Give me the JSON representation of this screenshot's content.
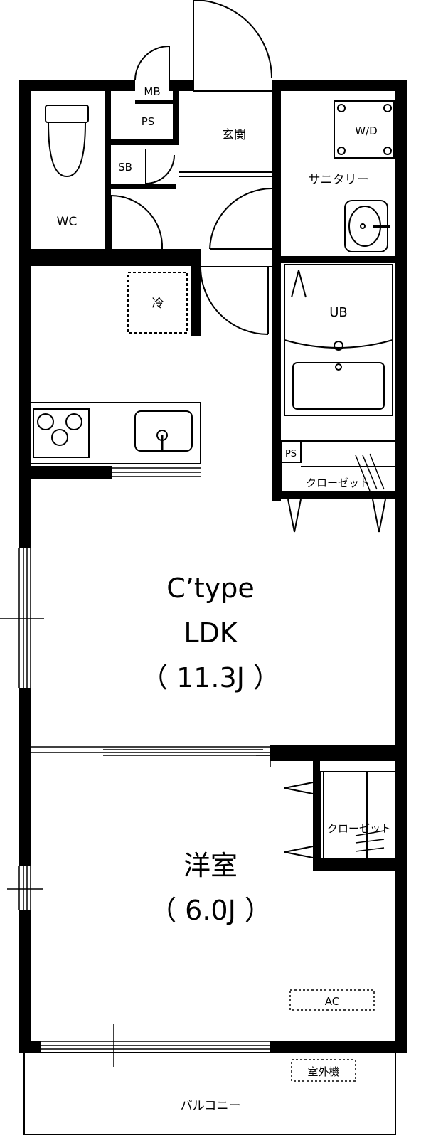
{
  "rooms": {
    "mb": "MB",
    "ps_top": "PS",
    "sb": "SB",
    "genkan": "玄関",
    "wd": "W/D",
    "sanitary": "サニタリー",
    "wc": "WC",
    "ub": "UB",
    "fridge": "冷",
    "ps_mid": "PS",
    "closet_1": "クローゼット",
    "ldk_type": "C’type",
    "ldk_name": "LDK",
    "ldk_size": "（ 11.3J ）",
    "closet_2": "クローゼット",
    "western_name": "洋室",
    "western_size": "（ 6.0J ）",
    "ac": "AC",
    "outdoor_unit": "室外機",
    "balcony": "バルコニー"
  }
}
